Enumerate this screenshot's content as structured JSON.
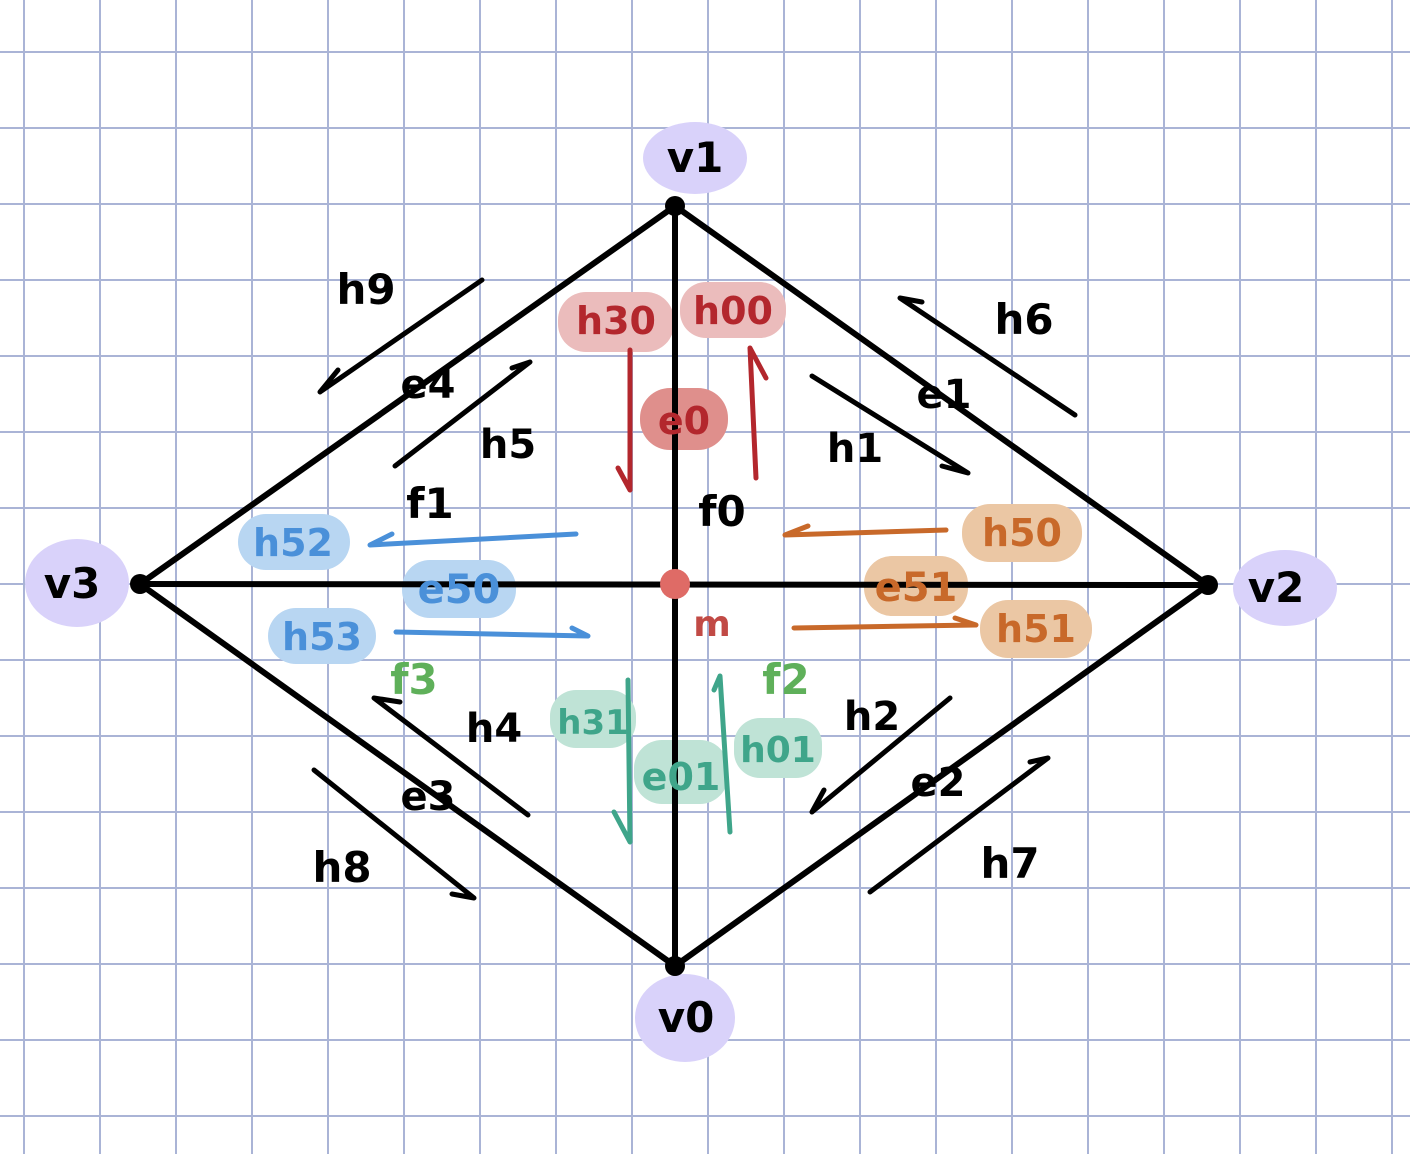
{
  "vertices": {
    "v0": "v0",
    "v1": "v1",
    "v2": "v2",
    "v3": "v3",
    "m": "m"
  },
  "faces": {
    "f0": "f0",
    "f1": "f1",
    "f2": "f2",
    "f3": "f3"
  },
  "edges": {
    "e0": "e0",
    "e01": "e01",
    "e1": "e1",
    "e2": "e2",
    "e3": "e3",
    "e4": "e4",
    "e50": "e50",
    "e51": "e51"
  },
  "halfedges": {
    "h00": "h00",
    "h01": "h01",
    "h1": "h1",
    "h2": "h2",
    "h30": "h30",
    "h31": "h31",
    "h4": "h4",
    "h5": "h5",
    "h50": "h50",
    "h51": "h51",
    "h52": "h52",
    "h53": "h53",
    "h6": "h6",
    "h7": "h7",
    "h8": "h8",
    "h9": "h9"
  },
  "colors": {
    "grid": "#aab4d6",
    "ink": "#000000",
    "vertex_highlight": "#d9d2fa",
    "red": "#b3272d",
    "red_highlight": "#ebbcbc",
    "red_point": "#df6b66",
    "blue": "#4a90d9",
    "blue_highlight": "#b8d6f2",
    "orange": "#c8692a",
    "orange_highlight": "#ebc7a4",
    "green": "#5fb05a",
    "teal": "#3fa58a",
    "teal_highlight": "#bfe3d6"
  }
}
